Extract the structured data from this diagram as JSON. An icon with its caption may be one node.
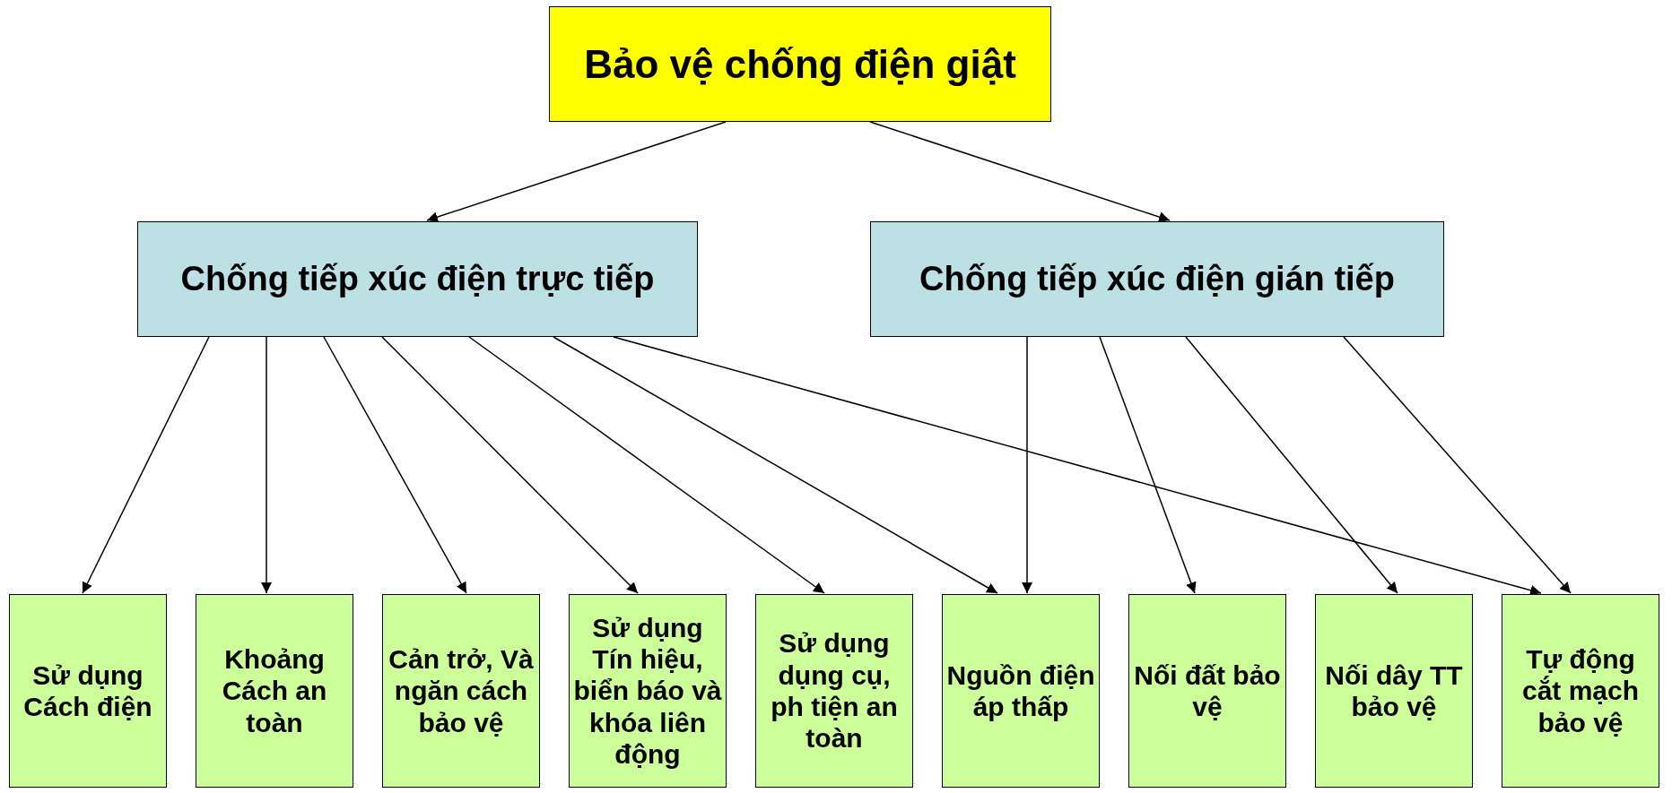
{
  "diagram": {
    "nodes": [
      {
        "text": [
          "Bảo vệ chống điện giật"
        ]
      },
      {
        "text": [
          "Chống tiếp xúc điện trực tiếp"
        ]
      },
      {
        "text": [
          "Chống tiếp xúc điện gián tiếp"
        ]
      },
      {
        "text": [
          "Sử dụng Cách điện"
        ]
      },
      {
        "text": [
          "Khoảng Cách an toàn"
        ]
      },
      {
        "text": [
          "Cản trở, Và ngăn cách bảo vệ"
        ]
      },
      {
        "text": [
          "Sử dụng Tín hiệu, biển báo và khóa liên động"
        ]
      },
      {
        "text": [
          "Sử dụng dụng cụ, ph tiện an toàn"
        ]
      },
      {
        "text": [
          "Nguồn điện áp thấp"
        ]
      },
      {
        "text": [
          "Nối đất bảo vệ"
        ]
      },
      {
        "text": [
          "Nối dây TT bảo vệ"
        ]
      },
      {
        "text": [
          "Tự động cắt mạch bảo vệ"
        ]
      }
    ],
    "edges": [
      {
        "from": 0,
        "to": 1,
        "arrow": "to"
      },
      {
        "from": 0,
        "to": 2,
        "arrow": "to"
      },
      {
        "from": 1,
        "to": 3,
        "arrow": "to"
      },
      {
        "from": 1,
        "to": 4,
        "arrow": "to"
      },
      {
        "from": 1,
        "to": 5,
        "arrow": "to"
      },
      {
        "from": 1,
        "to": 6,
        "arrow": "to"
      },
      {
        "from": 1,
        "to": 7,
        "arrow": "to"
      },
      {
        "from": 1,
        "to": 8,
        "arrow": "to"
      },
      {
        "from": 1,
        "to": 11,
        "arrow": "to"
      },
      {
        "from": 2,
        "to": 8,
        "arrow": "to"
      },
      {
        "from": 2,
        "to": 9,
        "arrow": "to"
      },
      {
        "from": 2,
        "to": 10,
        "arrow": "to"
      },
      {
        "from": 2,
        "to": 11,
        "arrow": "to"
      }
    ]
  }
}
